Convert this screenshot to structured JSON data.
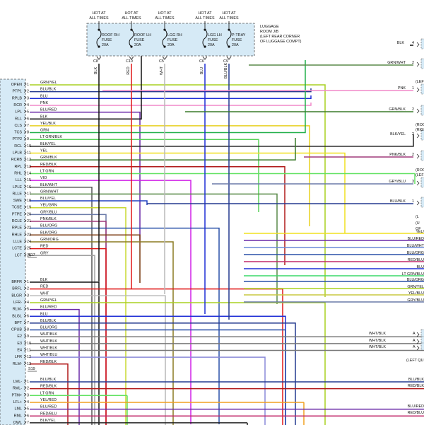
{
  "fuse_box": {
    "title_lines": [
      "LUGGAGE",
      "ROOM J/B",
      "(LEFT REAR CORNER",
      "OF LUGGAGE COMPT)"
    ],
    "supply_label": [
      "HOT AT",
      "ALL TIMES"
    ],
    "fuses": [
      {
        "label": [
          "ROOF RH",
          "FUSE",
          "20A"
        ],
        "conn": "C8",
        "wire": "BLK",
        "color": "#111111"
      },
      {
        "label": [
          "ROOF LH",
          "FUSE",
          "20A"
        ],
        "conn": "C10",
        "wire": "RED",
        "color": "#e01818"
      },
      {
        "label": [
          "LGG RH",
          "FUSE",
          "20A"
        ],
        "conn": "C5",
        "wire": "WHT",
        "color": "#b8b8b8"
      },
      {
        "label": [
          "LGG LH",
          "FUSE",
          "20A"
        ],
        "conn": "C6",
        "wire": "BLU",
        "color": "#1f2fd6"
      },
      {
        "label": [
          "P-TRAY",
          "FUSE",
          "20A"
        ],
        "conn": "C9",
        "wire": "BLU/BLK",
        "color": "#243a8f"
      }
    ]
  },
  "module": {
    "group1": [
      {
        "pin": "1",
        "name": "OPEN",
        "wire": "GRN/YEL",
        "color": "#a8d020"
      },
      {
        "pin": "2",
        "name": "PTP1",
        "wire": "BLU/BLK",
        "color": "#243a8f"
      },
      {
        "pin": "3",
        "name": "RPLB",
        "wire": "BLU",
        "color": "#1f2fd6"
      },
      {
        "pin": "4",
        "name": "RCR",
        "wire": "PNK",
        "color": "#f088c8"
      },
      {
        "pin": "5",
        "name": "LPL",
        "wire": "BLU/RED",
        "color": "#6a2aa8"
      },
      {
        "pin": "6",
        "name": "RLL",
        "wire": "BLK",
        "color": "#111111"
      },
      {
        "pin": "7",
        "name": "CLS",
        "wire": "YEL/BLK",
        "color": "#e8d020"
      },
      {
        "pin": "8",
        "name": "TCS",
        "wire": "GRN",
        "color": "#22b04a"
      },
      {
        "pin": "9",
        "name": "PTP2",
        "wire": "LT GRN/BLK",
        "color": "#58d058"
      },
      {
        "pin": "10",
        "name": "RCL",
        "wire": "BLK/YEL",
        "color": "#222222"
      },
      {
        "pin": "11",
        "name": "LPLB",
        "wire": "YEL",
        "color": "#f0e020"
      },
      {
        "pin": "12",
        "name": "RCRB",
        "wire": "GRN/BLK",
        "color": "#3a7a2a"
      },
      {
        "pin": "13",
        "name": "RPL",
        "wire": "RED/BLK",
        "color": "#b01818"
      },
      {
        "pin": "14",
        "name": "RHL",
        "wire": "LT GRN",
        "color": "#62e262"
      },
      {
        "pin": "15",
        "name": "LLL",
        "wire": "VIO",
        "color": "#d020e8"
      },
      {
        "pin": "16",
        "name": "LPLE",
        "wire": "BLK/WHT",
        "color": "#555555"
      },
      {
        "pin": "17",
        "name": "RLLE",
        "wire": "GRN/WHT",
        "color": "#5a8a4a"
      },
      {
        "pin": "18",
        "name": "SWE",
        "wire": "BLU/YEL",
        "color": "#2040c0"
      },
      {
        "pin": "19",
        "name": "TCSE",
        "wire": "YEL/GRN",
        "color": "#c8d830"
      },
      {
        "pin": "20",
        "name": "PTPE",
        "wire": "GRY/BLU",
        "color": "#6a7aa8"
      },
      {
        "pin": "21",
        "name": "RCLE",
        "wire": "PNK/BLK",
        "color": "#a03a7a"
      },
      {
        "pin": "22",
        "name": "RPLE",
        "wire": "BLU/ORG",
        "color": "#2a50a8"
      },
      {
        "pin": "23",
        "name": "RHLE",
        "wire": "BLK/ORG",
        "color": "#7a3a10"
      },
      {
        "pin": "24",
        "name": "LLLE",
        "wire": "GRN/ORG",
        "color": "#8a7a20"
      },
      {
        "pin": "25",
        "name": "LCTE",
        "wire": "RED",
        "color": "#e01818"
      },
      {
        "pin": "26",
        "name": "LCT",
        "wire": "GRY",
        "color": "#a0a0a0"
      }
    ],
    "group1_conn": "S17",
    "group2": [
      {
        "pin": "1",
        "name": "BRFR",
        "wire": "BLK",
        "color": "#111111"
      },
      {
        "pin": "2",
        "name": "BRFL",
        "wire": "RED",
        "color": "#e01818"
      },
      {
        "pin": "3",
        "name": "BLGR",
        "wire": "WHT",
        "color": "#b8b8b8"
      },
      {
        "pin": "4",
        "name": "LFR-",
        "wire": "GRN/YEL",
        "color": "#a8d020"
      },
      {
        "pin": "5",
        "name": "RLM-",
        "wire": "BLU/RED",
        "color": "#6a2aa8"
      },
      {
        "pin": "6",
        "name": "BLGL",
        "wire": "BLU",
        "color": "#1f2fd6"
      },
      {
        "pin": "7",
        "name": "BPT",
        "wire": "BLU/BLK",
        "color": "#243a8f"
      },
      {
        "pin": "8",
        "name": "CPUB",
        "wire": "BLU/ORG",
        "color": "#2a50a8"
      },
      {
        "pin": "9",
        "name": "E2",
        "wire": "WHT/BLK",
        "color": "#777777"
      },
      {
        "pin": "10",
        "name": "E3",
        "wire": "WHT/BLK",
        "color": "#777777"
      },
      {
        "pin": "11",
        "name": "E4",
        "wire": "WHT/BLK",
        "color": "#777777"
      },
      {
        "pin": "12",
        "name": "LFR",
        "wire": "WHT/BLU",
        "color": "#8a8ad8"
      },
      {
        "pin": "13",
        "name": "RLM-",
        "wire": "RED/BLK",
        "color": "#b01818"
      }
    ],
    "group2_conn": "S19",
    "group3": [
      {
        "pin": "1",
        "name": "LML-",
        "wire": "BLU/BLK",
        "color": "#243a8f"
      },
      {
        "pin": "2",
        "name": "RML-",
        "wire": "RED/BLK",
        "color": "#b01818"
      },
      {
        "pin": "3",
        "name": "PTM+",
        "wire": "LT GRN",
        "color": "#62e262"
      },
      {
        "pin": "4",
        "name": "LFL+",
        "wire": "YEL/RED",
        "color": "#f0a020"
      },
      {
        "pin": "5",
        "name": "LML",
        "wire": "BLU/RED",
        "color": "#6a2aa8"
      },
      {
        "pin": "6",
        "name": "RML",
        "wire": "RED/BLU",
        "color": "#c02a6a"
      },
      {
        "pin": "7",
        "name": "OWL",
        "wire": "BLK/YEL",
        "color": "#222222"
      }
    ]
  },
  "right_side": {
    "top_labels": [
      {
        "wire": "BLK",
        "pin": "4"
      },
      {
        "wire": "GRN/WHT",
        "pin": "2"
      },
      {
        "wire": "PNK",
        "pin": "1"
      },
      {
        "wire": "GRN/BLK",
        "pin": "2"
      },
      {
        "wire": "BLK/YEL",
        "pin": "2"
      },
      {
        "wire": "PNK/BLK",
        "pin": "2"
      },
      {
        "wire": "GRY/BLU",
        "pin": "3"
      },
      {
        "wire": "BLU/BLK",
        "pin": "1"
      }
    ],
    "partial_notes": [
      "(LEFT",
      "(ROO",
      "(RIGH",
      "(ROO",
      "(LEF",
      "(L",
      "(U",
      "OF"
    ],
    "bus_labels": [
      "YEL/",
      "BLU/RED",
      "BLU/WHT",
      "BLU/ORG",
      "RED/BLU",
      "BLU",
      "LT GRN/BLU",
      "BLU/ORG",
      "GRN/YEL",
      "YEL/BLU",
      "GRY/BLU"
    ],
    "bus_colors": [
      "#f0e020",
      "#6a2aa8",
      "#6a8ad8",
      "#2a50a8",
      "#c02a6a",
      "#1f2fd6",
      "#3ad86a",
      "#2a50a8",
      "#a8d020",
      "#c8c840",
      "#6a7aa8"
    ],
    "ab_labels": [
      {
        "wire": "WHT/BLK",
        "pin": "A"
      },
      {
        "wire": "WHT/BLK",
        "pin": "A"
      },
      {
        "wire": "WHT/BLK",
        "pin": "A"
      }
    ],
    "left_qu_note": "(LEFT QU",
    "lower_labels": [
      "BLU/BLK",
      "RED/BLK",
      "BLU/RED",
      "RED/BLU"
    ]
  }
}
